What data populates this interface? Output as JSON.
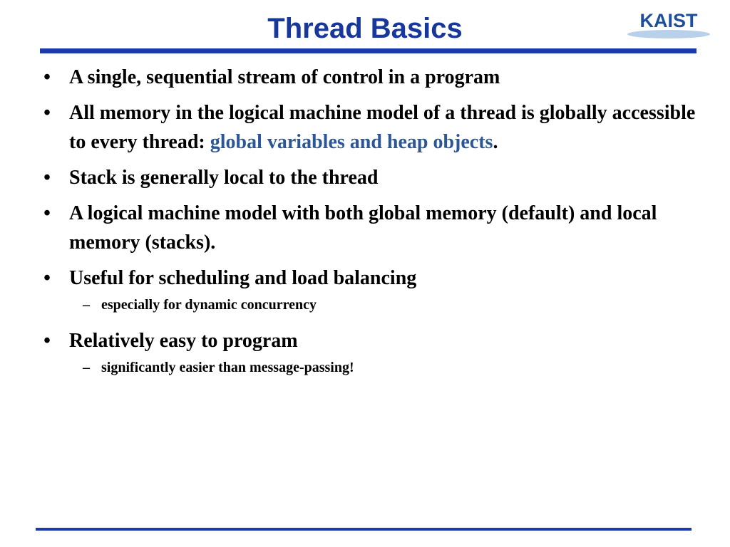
{
  "slide": {
    "title": "Thread Basics",
    "logo_text": "KAIST",
    "bullet_glyph": "•",
    "dash_glyph": "–",
    "bullets": [
      {
        "text": "A single, sequential stream of control in a program"
      },
      {
        "text": "All memory in the logical machine model of a thread is globally accessible to every thread: ",
        "highlight": "global variables and heap objects",
        "suffix": "."
      },
      {
        "text": "Stack is generally local to the thread"
      },
      {
        "text": "A logical machine model with both global memory (default) and local memory (stacks)."
      },
      {
        "text": "Useful for scheduling and load balancing"
      },
      {
        "text": "Relatively easy to program"
      }
    ],
    "subbullets": [
      {
        "text": "especially for dynamic concurrency"
      },
      {
        "text": "significantly easier than message-passing!"
      }
    ]
  },
  "colors": {
    "title": "#17379a",
    "rule": "#1c3aa8",
    "highlight": "#2b5797",
    "logo": "#1d4f9c"
  }
}
